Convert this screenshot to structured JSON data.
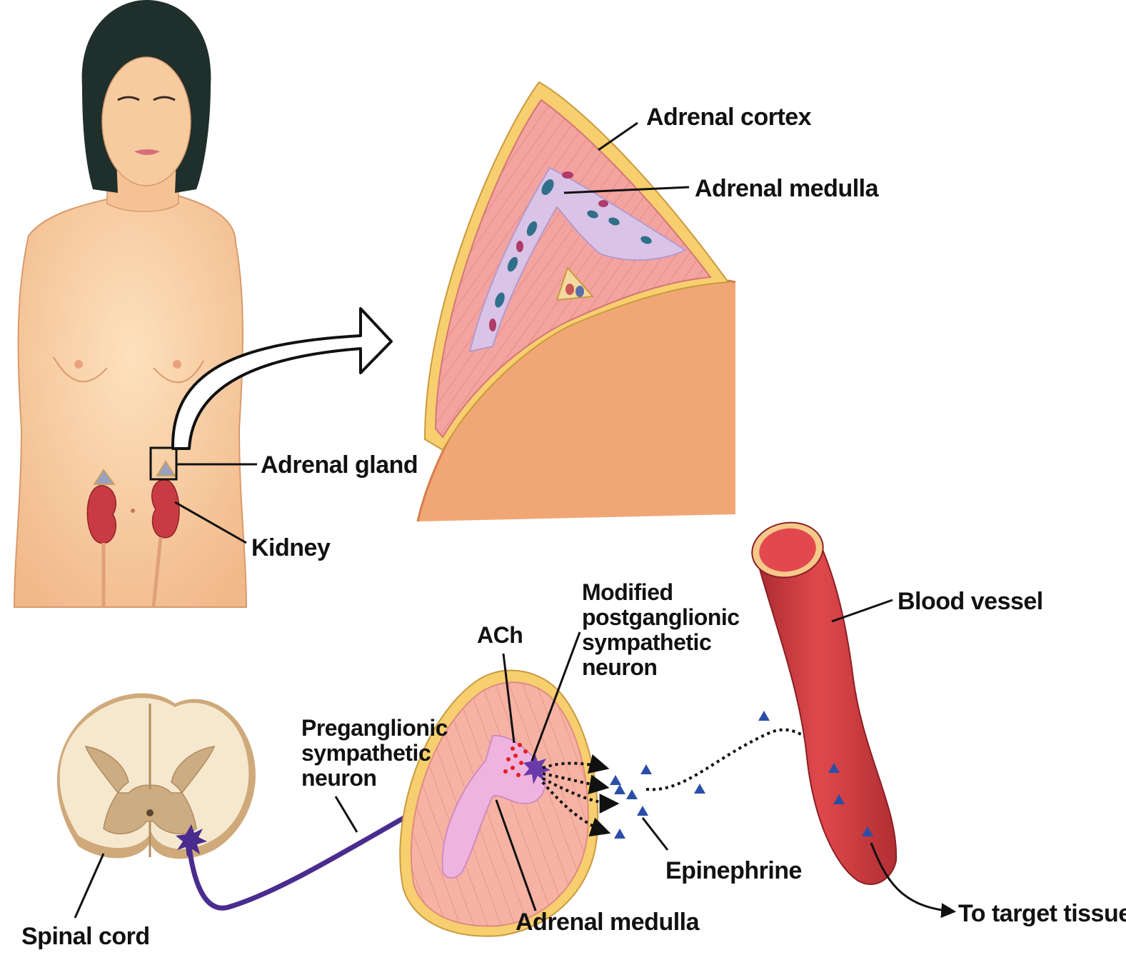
{
  "labels": {
    "adrenal_cortex": "Adrenal cortex",
    "adrenal_medulla_top": "Adrenal medulla",
    "adrenal_gland": "Adrenal gland",
    "kidney": "Kidney",
    "modified_neuron": [
      "Modified",
      "postganglionic",
      "sympathetic",
      "neuron"
    ],
    "ach": "ACh",
    "preganglionic_neuron": [
      "Preganglionic",
      "sympathetic",
      "neuron"
    ],
    "blood_vessel": "Blood vessel",
    "epinephrine": "Epinephrine",
    "adrenal_medulla_bottom": "Adrenal medulla",
    "to_target_tissues": "To target tissues",
    "spinal_cord": "Spinal cord"
  },
  "colors": {
    "skin": "#f6cba0",
    "hair": "#1f2f2b",
    "cortex": "#f3a4a0",
    "medulla": "#d9c3e6",
    "capsule": "#f7cf6e",
    "kidney": "#c93b43",
    "vessel": "#c8363a",
    "neuron": "#4a2c8f",
    "epinephrine": "#2a4ea8",
    "ach": "#e02020",
    "spinal_white": "#f5e8cf",
    "spinal_gray": "#ccac80"
  }
}
